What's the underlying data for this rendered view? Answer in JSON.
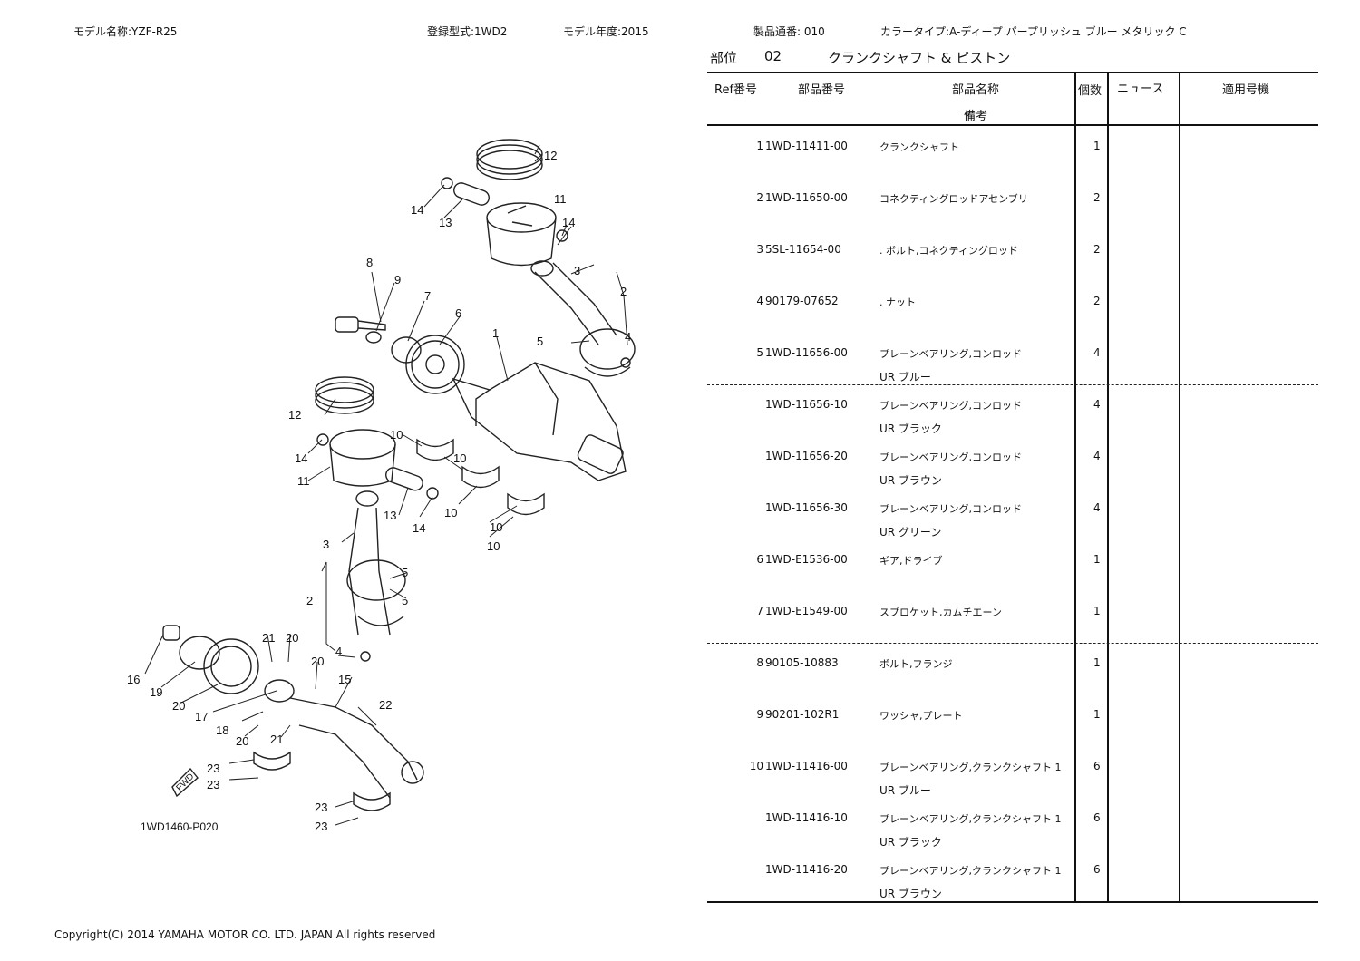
{
  "header": {
    "model_name": "モデル名称:YZF-R25",
    "reg_type": "登録型式:1WD2",
    "model_year": "モデル年度:2015",
    "serial": "製品通番: 010",
    "color_type": "カラータイプ:A-ディープ パープリッシュ ブルー メタリック C"
  },
  "section": {
    "label": "部位",
    "number": "02",
    "title": "クランクシャフト & ピストン"
  },
  "table": {
    "headers": {
      "ref": "Ref番号",
      "part_no": "部品番号",
      "name": "部品名称",
      "remarks": "備考",
      "qty": "個数",
      "news": "ニュース",
      "model": "適用号機"
    },
    "rows": [
      {
        "ref": "1",
        "part_no": "1WD-11411-00",
        "name": "クランクシャフト",
        "remarks": "",
        "qty": "1"
      },
      {
        "ref": "2",
        "part_no": "1WD-11650-00",
        "name": "コネクティングロッドアセンブリ",
        "remarks": "",
        "qty": "2"
      },
      {
        "ref": "3",
        "part_no": "5SL-11654-00",
        "name": ". ボルト,コネクティングロッド",
        "remarks": "",
        "qty": "2"
      },
      {
        "ref": "4",
        "part_no": "90179-07652",
        "name": ". ナット",
        "remarks": "",
        "qty": "2"
      },
      {
        "ref": "5",
        "part_no": "1WD-11656-00",
        "name": "プレーンベアリング,コンロッド",
        "remarks": "UR ブルー",
        "qty": "4"
      },
      {
        "ref": "",
        "part_no": "1WD-11656-10",
        "name": "プレーンベアリング,コンロッド",
        "remarks": "UR ブラック",
        "qty": "4"
      },
      {
        "ref": "",
        "part_no": "1WD-11656-20",
        "name": "プレーンベアリング,コンロッド",
        "remarks": "UR ブラウン",
        "qty": "4"
      },
      {
        "ref": "",
        "part_no": "1WD-11656-30",
        "name": "プレーンベアリング,コンロッド",
        "remarks": "UR グリーン",
        "qty": "4"
      },
      {
        "ref": "6",
        "part_no": "1WD-E1536-00",
        "name": "ギア,ドライブ",
        "remarks": "",
        "qty": "1"
      },
      {
        "ref": "7",
        "part_no": "1WD-E1549-00",
        "name": "スプロケット,カムチエーン",
        "remarks": "",
        "qty": "1"
      },
      {
        "ref": "8",
        "part_no": "90105-10883",
        "name": "ボルト,フランジ",
        "remarks": "",
        "qty": "1"
      },
      {
        "ref": "9",
        "part_no": "90201-102R1",
        "name": "ワッシャ,プレート",
        "remarks": "",
        "qty": "1"
      },
      {
        "ref": "10",
        "part_no": "1WD-11416-00",
        "name": "プレーンベアリング,クランクシャフト 1",
        "remarks": "UR ブルー",
        "qty": "6"
      },
      {
        "ref": "",
        "part_no": "1WD-11416-10",
        "name": "プレーンベアリング,クランクシャフト 1",
        "remarks": "UR ブラック",
        "qty": "6"
      },
      {
        "ref": "",
        "part_no": "1WD-11416-20",
        "name": "プレーンベアリング,クランクシャフト 1",
        "remarks": "UR ブラウン",
        "qty": "6"
      }
    ]
  },
  "diagram": {
    "code": "1WD1460-P020",
    "fwd_label": "FWD",
    "callouts": [
      "12",
      "14",
      "13",
      "11",
      "14",
      "3",
      "2",
      "8",
      "9",
      "7",
      "6",
      "1",
      "5",
      "4",
      "12",
      "14",
      "10",
      "10",
      "11",
      "13",
      "10",
      "14",
      "10",
      "10",
      "3",
      "5",
      "2",
      "5",
      "4",
      "21",
      "20",
      "16",
      "19",
      "20",
      "17",
      "15",
      "20",
      "18",
      "22",
      "20",
      "21",
      "23",
      "23",
      "23",
      "23"
    ]
  },
  "footer": {
    "copyright": "Copyright(C) 2014 YAMAHA MOTOR CO. LTD. JAPAN All rights reserved"
  }
}
